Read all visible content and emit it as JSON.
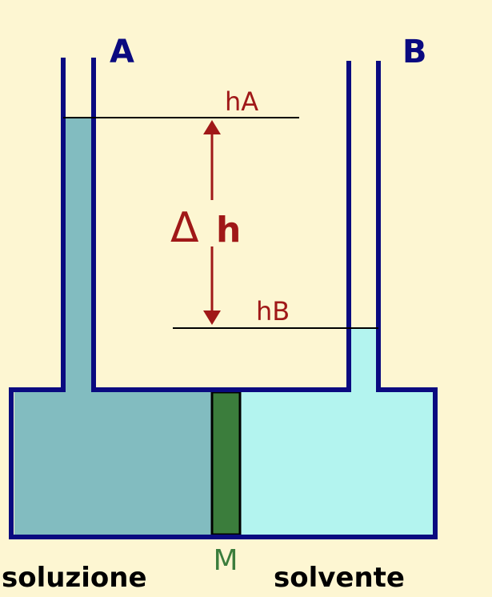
{
  "labels": {
    "tube_a": "A",
    "tube_b": "B",
    "level_a": "hA",
    "level_b": "hB",
    "delta": "Δ",
    "delta_h": "h",
    "membrane": "M",
    "left_side": "soluzione",
    "right_side": "solvente"
  },
  "colors": {
    "background": "#fdf6d2",
    "outline": "#0a0a80",
    "solution": "#82bcc0",
    "solvent": "#b3f4ef",
    "membrane": "#3b7d3c",
    "dimension": "#a01818",
    "level_line": "#000000"
  }
}
